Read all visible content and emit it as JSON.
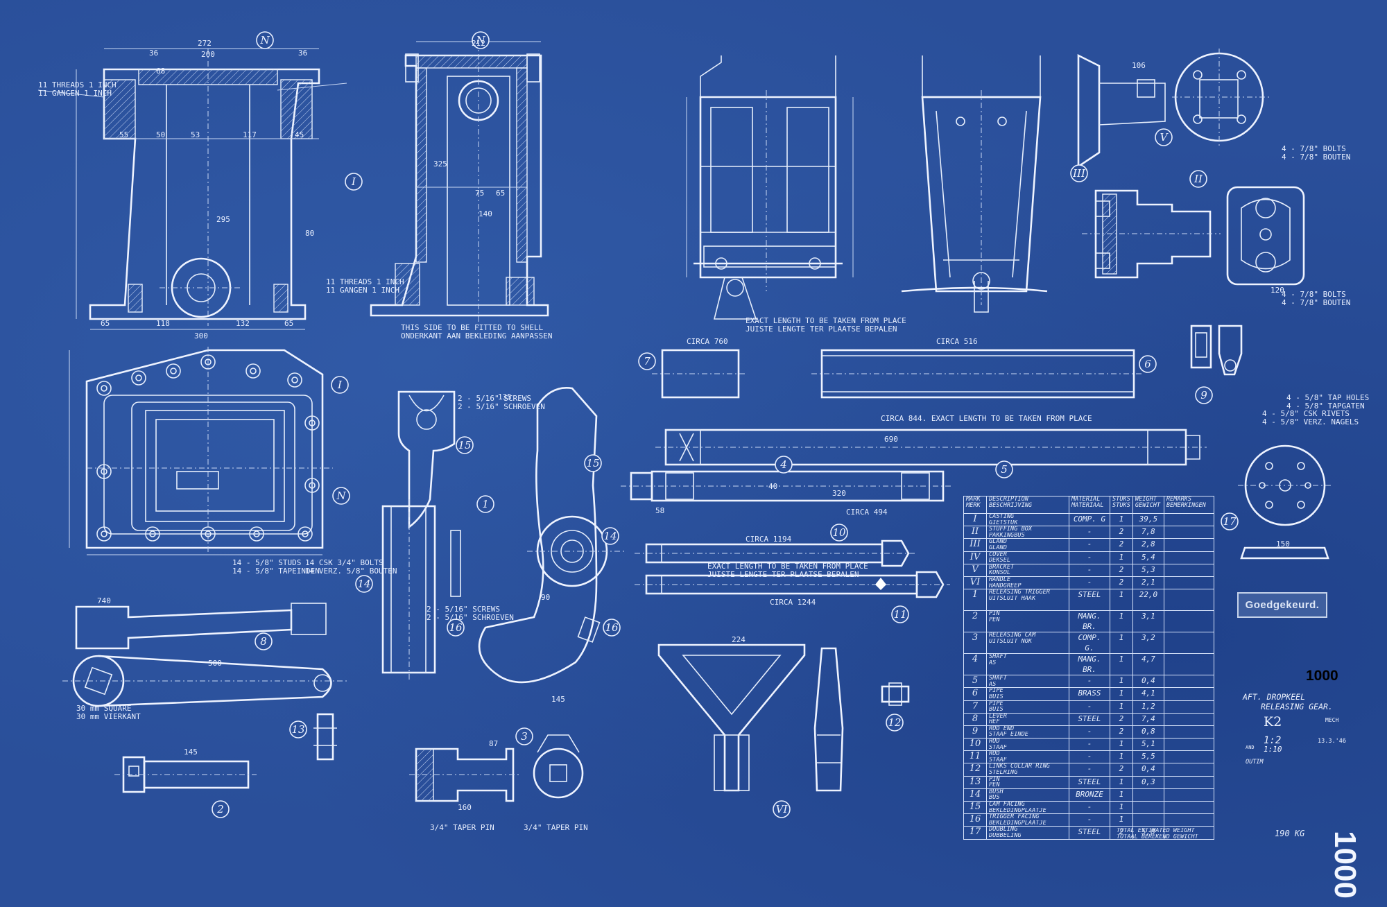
{
  "title_block": {
    "stamp": "Goedgekeurd.",
    "drawing_number": "1000",
    "title_line1": "AFT. DROPKEEL",
    "title_line2": "RELEASING GEAR.",
    "sheet_code": "K2",
    "department": "MECH",
    "scale": "1:2",
    "scale_alt_prefix": "AND",
    "scale_alt": "1:10",
    "date": "13.3.'46",
    "drawn_by": "OUTIM",
    "edge_number": "1000"
  },
  "parts_table": {
    "headers": {
      "mark": "MARK MERK",
      "description": "DESCRIPTION BESCHRIJVING",
      "material": "MATERIAL MATERIAAL",
      "stuks": "STUKS STUKS",
      "weight": "WEIGHT GEWICHT",
      "remarks": "REMARKS BEMERKINGEN"
    },
    "rows": [
      {
        "mark": "I",
        "desc1": "CASTING",
        "desc2": "GIETSTUK",
        "material": "COMP. G",
        "qty": "1",
        "weight": "39,5"
      },
      {
        "mark": "II",
        "desc1": "STUFFING BOX",
        "desc2": "PAKKINGBUS",
        "material": "-",
        "qty": "2",
        "weight": "7,8"
      },
      {
        "mark": "III",
        "desc1": "GLAND",
        "desc2": "GLAND",
        "material": "-",
        "qty": "2",
        "weight": "2,8"
      },
      {
        "mark": "IV",
        "desc1": "COVER",
        "desc2": "DEKSEL",
        "material": "-",
        "qty": "1",
        "weight": "5,4"
      },
      {
        "mark": "V",
        "desc1": "BRACKET",
        "desc2": "KONSOL",
        "material": "-",
        "qty": "2",
        "weight": "5,3"
      },
      {
        "mark": "VI",
        "desc1": "HANDLE",
        "desc2": "HANDGREEP",
        "material": "-",
        "qty": "2",
        "weight": "2,1"
      },
      {
        "mark": "1",
        "desc1": "RELEASING TRIGGER",
        "desc2": "UITSLUIT HAAK",
        "material": "STEEL",
        "qty": "1",
        "weight": "22,0"
      },
      {
        "mark": "2",
        "desc1": "PIN",
        "desc2": "PEN",
        "material": "MANG. BR.",
        "qty": "1",
        "weight": "3,1"
      },
      {
        "mark": "3",
        "desc1": "RELEASING CAM",
        "desc2": "UITSLUIT NOK",
        "material": "COMP. G.",
        "qty": "1",
        "weight": "3,2"
      },
      {
        "mark": "4",
        "desc1": "SHAFT",
        "desc2": "AS",
        "material": "MANG. BR.",
        "qty": "1",
        "weight": "4,7"
      },
      {
        "mark": "5",
        "desc1": "SHAFT",
        "desc2": "AS",
        "material": "-",
        "qty": "1",
        "weight": "0,4"
      },
      {
        "mark": "6",
        "desc1": "PIPE",
        "desc2": "BUIS",
        "material": "BRASS",
        "qty": "1",
        "weight": "4,1"
      },
      {
        "mark": "7",
        "desc1": "PIPE",
        "desc2": "BUIS",
        "material": "-",
        "qty": "1",
        "weight": "1,2"
      },
      {
        "mark": "8",
        "desc1": "LEVER",
        "desc2": "HEF",
        "material": "STEEL",
        "qty": "2",
        "weight": "7,4"
      },
      {
        "mark": "9",
        "desc1": "ROD END",
        "desc2": "STAAF EINDE",
        "material": "-",
        "qty": "2",
        "weight": "0,8"
      },
      {
        "mark": "10",
        "desc1": "ROD",
        "desc2": "STAAF",
        "material": "-",
        "qty": "1",
        "weight": "5,1"
      },
      {
        "mark": "11",
        "desc1": "ROD",
        "desc2": "STAAF",
        "material": "-",
        "qty": "1",
        "weight": "5,5"
      },
      {
        "mark": "12",
        "desc1": "LINKS COLLAR RING",
        "desc2": "STELRING",
        "material": "-",
        "qty": "2",
        "weight": "0,4"
      },
      {
        "mark": "13",
        "desc1": "PIN",
        "desc2": "PEN",
        "material": "STEEL",
        "qty": "1",
        "weight": "0,3"
      },
      {
        "mark": "14",
        "desc1": "BUSH",
        "desc2": "BUS",
        "material": "BRONZE",
        "qty": "1",
        "weight": ""
      },
      {
        "mark": "15",
        "desc1": "CAM FACING",
        "desc2": "BEKLEDINGPLAATJE",
        "material": "-",
        "qty": "1",
        "weight": ""
      },
      {
        "mark": "16",
        "desc1": "TRIGGER FACING",
        "desc2": "BEKLEDINGPLAATJE",
        "material": "-",
        "qty": "1",
        "weight": ""
      },
      {
        "mark": "17",
        "desc1": "DOUBLING",
        "desc2": "DUBBELING",
        "material": "STEEL",
        "qty": "2",
        "weight": "5,8"
      }
    ],
    "total_label1": "TOTAL ESTIMATED WEIGHT",
    "total_label2": "TOTAAL BEREKEND GEWICHT",
    "total_value": "190 KG"
  },
  "callouts": {
    "n1": "N",
    "n2": "N",
    "i1": "I",
    "i2": "I",
    "n3": "N",
    "v1": "V",
    "ii": "II",
    "iii": "III",
    "vi": "VI",
    "p1": "1",
    "p2": "2",
    "p3": "3",
    "p4": "4",
    "p5": "5",
    "p6": "6",
    "p7": "7",
    "p8": "8",
    "p9": "9",
    "p10": "10",
    "p11": "11",
    "p12": "12",
    "p13": "13",
    "p14a": "14",
    "p14b": "14",
    "p15a": "15",
    "p15b": "15",
    "p16a": "16",
    "p16b": "16",
    "p17": "17"
  },
  "notes": {
    "threads_top_left": "11 THREADS 1 INCH",
    "threads_top_left2": "11 GANGEN 1 INCH",
    "threads_top_mid": "11 THREADS 1 INCH",
    "threads_top_mid2": "11 GANGEN 1 INCH",
    "fit_note": "THIS SIDE TO BE FITTED TO SHELL",
    "fit_note2": "ONDERKANT AAN BEKLEDING AANPASSEN",
    "exact_length": "EXACT LENGTH TO BE TAKEN FROM PLACE",
    "exact_length2": "JUISTE LENGTE TER PLAATSE BEPALEN",
    "circa_760": "CIRCA 760",
    "circa_516": "CIRCA 516",
    "circa_844": "CIRCA 844. EXACT LENGTH TO BE TAKEN FROM PLACE",
    "circa_690": "690",
    "circa_494": "CIRCA 494",
    "circa_1194": "CIRCA 1194",
    "circa_1244": "CIRCA 1244",
    "studs_note": "14 - 5/8\" STUDS",
    "studs_note2": "14 - 5/8\" TAPEINDEN",
    "bolts_note": "14 CSK 3/4\" BOLTS",
    "bolts_note2": "14 VERZ. 5/8\" BOUTEN",
    "square_note": "30 mm SQUARE",
    "square_note2": "30 mm VIERKANT",
    "taper_pin": "3/4\" TAPER PIN",
    "taper_pin2": "3/4\" TAPER PIN",
    "bolts_tr": "4 - 7/8\" BOLTS",
    "bolts_tr2": "4 - 7/8\" BOUTEN",
    "tap_holes": "4 - 5/8\" TAP HOLES",
    "tap_holes2": "4 - 5/8\" TAPGATEN",
    "rivets": "4 - 5/8\" CSK RIVETS",
    "rivets2": "4 - 5/8\" VERZ. NAGELS",
    "screws1": "2 - 5/16\" SCREWS",
    "screws2": "2 - 5/16\" SCHROEVEN"
  },
  "dims": {
    "d272": "272",
    "d200": "200",
    "d36a": "36",
    "d36b": "36",
    "d68": "68",
    "d55": "55",
    "d50": "50",
    "d53": "53",
    "d117": "117",
    "d45": "45",
    "d295": "295",
    "d80": "80",
    "d65a": "65",
    "d118": "118",
    "d300": "300",
    "d132": "132",
    "d65b": "65",
    "d212": "212",
    "d75": "75",
    "d65c": "65",
    "d140": "140",
    "d325": "325",
    "d106": "106",
    "d120": "120",
    "d150": "150",
    "d224": "224",
    "d145": "145",
    "d740": "740",
    "d500": "500",
    "d145b": "145",
    "d160": "160",
    "d87": "87",
    "d58": "58",
    "d320": "320",
    "d40": "40",
    "d135": "135",
    "d90": "90"
  }
}
